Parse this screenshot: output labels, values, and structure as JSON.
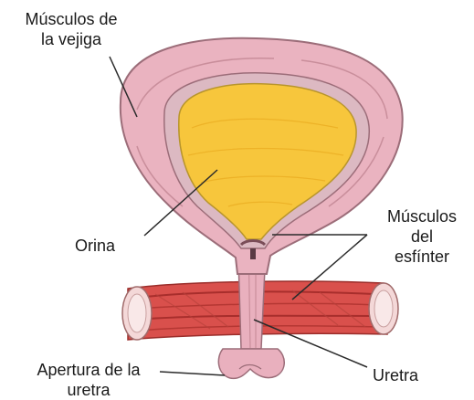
{
  "labels": {
    "bladder_muscles_line1": "Músculos de",
    "bladder_muscles_line2": "la vejiga",
    "urine": "Orina",
    "sphincter_line1": "Músculos",
    "sphincter_line2": "del",
    "sphincter_line3": "esfínter",
    "urethra": "Uretra",
    "urethra_opening_line1": "Apertura de la",
    "urethra_opening_line2": "uretra"
  },
  "colors": {
    "bladder_wall": "#eab3c0",
    "bladder_wall_outline": "#9c6d79",
    "inner_lining": "#dcb9c2",
    "urine_fill": "#f7c63c",
    "urine_outline": "#b8952c",
    "pelvic_muscle": "#d9504c",
    "muscle_fiber": "#a82e2c",
    "bone_end": "#f4d8d8",
    "leader_line": "#2b2b2b"
  }
}
